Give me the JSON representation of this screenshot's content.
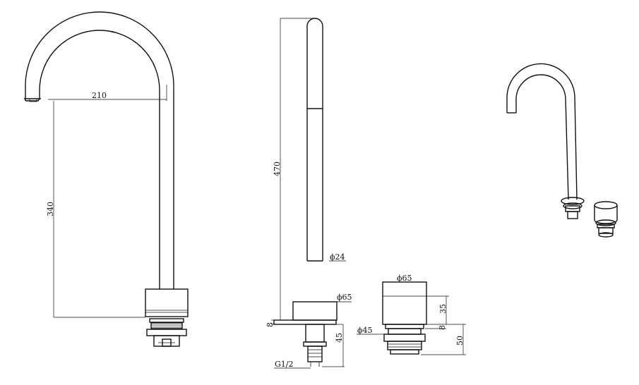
{
  "front_view": {
    "dim_reach": "210",
    "dim_height": "340"
  },
  "side_view": {
    "dim_total_height": "470",
    "dim_tube_diameter": "ϕ24",
    "dim_base_diameter": "ϕ65",
    "dim_base_thickness": "8",
    "dim_shank_length": "45",
    "dim_thread": "G1/2"
  },
  "handle_view": {
    "dim_body_diameter": "ϕ65",
    "dim_body_height": "35",
    "dim_plate_thickness": "8",
    "dim_shank_diameter": "ϕ45",
    "dim_shank_height": "50"
  }
}
